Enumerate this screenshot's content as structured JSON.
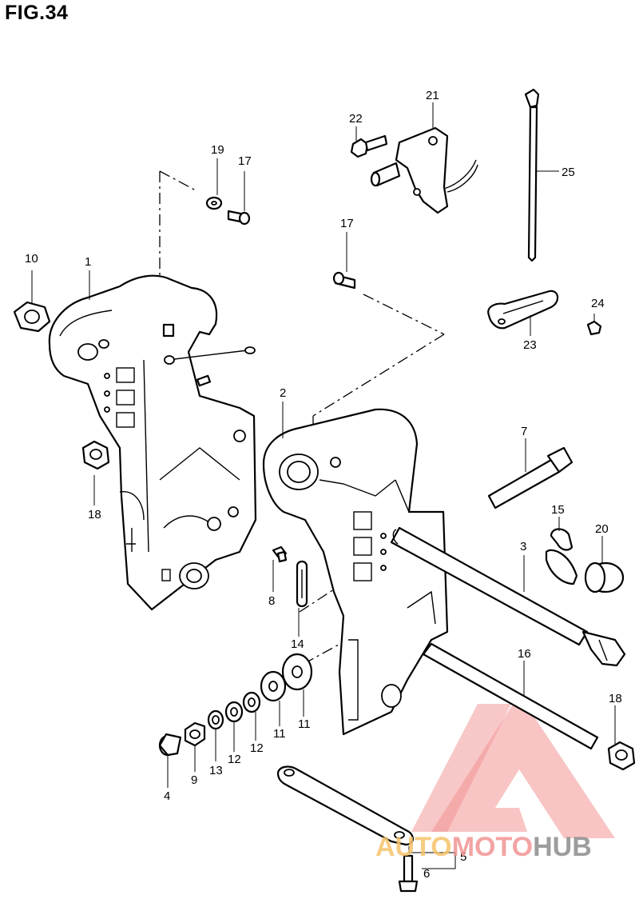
{
  "figure": {
    "title": "FIG.34"
  },
  "labels": {
    "l1": "1",
    "l2": "2",
    "l3": "3",
    "l4": "4",
    "l5": "5",
    "l6": "6",
    "l7": "7",
    "l8": "8",
    "l9": "9",
    "l10": "10",
    "l11a": "11",
    "l11b": "11",
    "l12a": "12",
    "l12b": "12",
    "l13": "13",
    "l14": "14",
    "l15": "15",
    "l16": "16",
    "l17a": "17",
    "l17b": "17",
    "l18a": "18",
    "l18b": "18",
    "l19": "19",
    "l20": "20",
    "l21": "21",
    "l22": "22",
    "l23": "23",
    "l24": "24",
    "l25": "25"
  },
  "watermark": {
    "part1": "AUTO",
    "part2": "MOTO",
    "part3": "HUB",
    "colors": {
      "triangle": "#f08080",
      "orange": "#f6c36a",
      "pink": "#f19393",
      "gray": "#8c8c8c"
    }
  }
}
